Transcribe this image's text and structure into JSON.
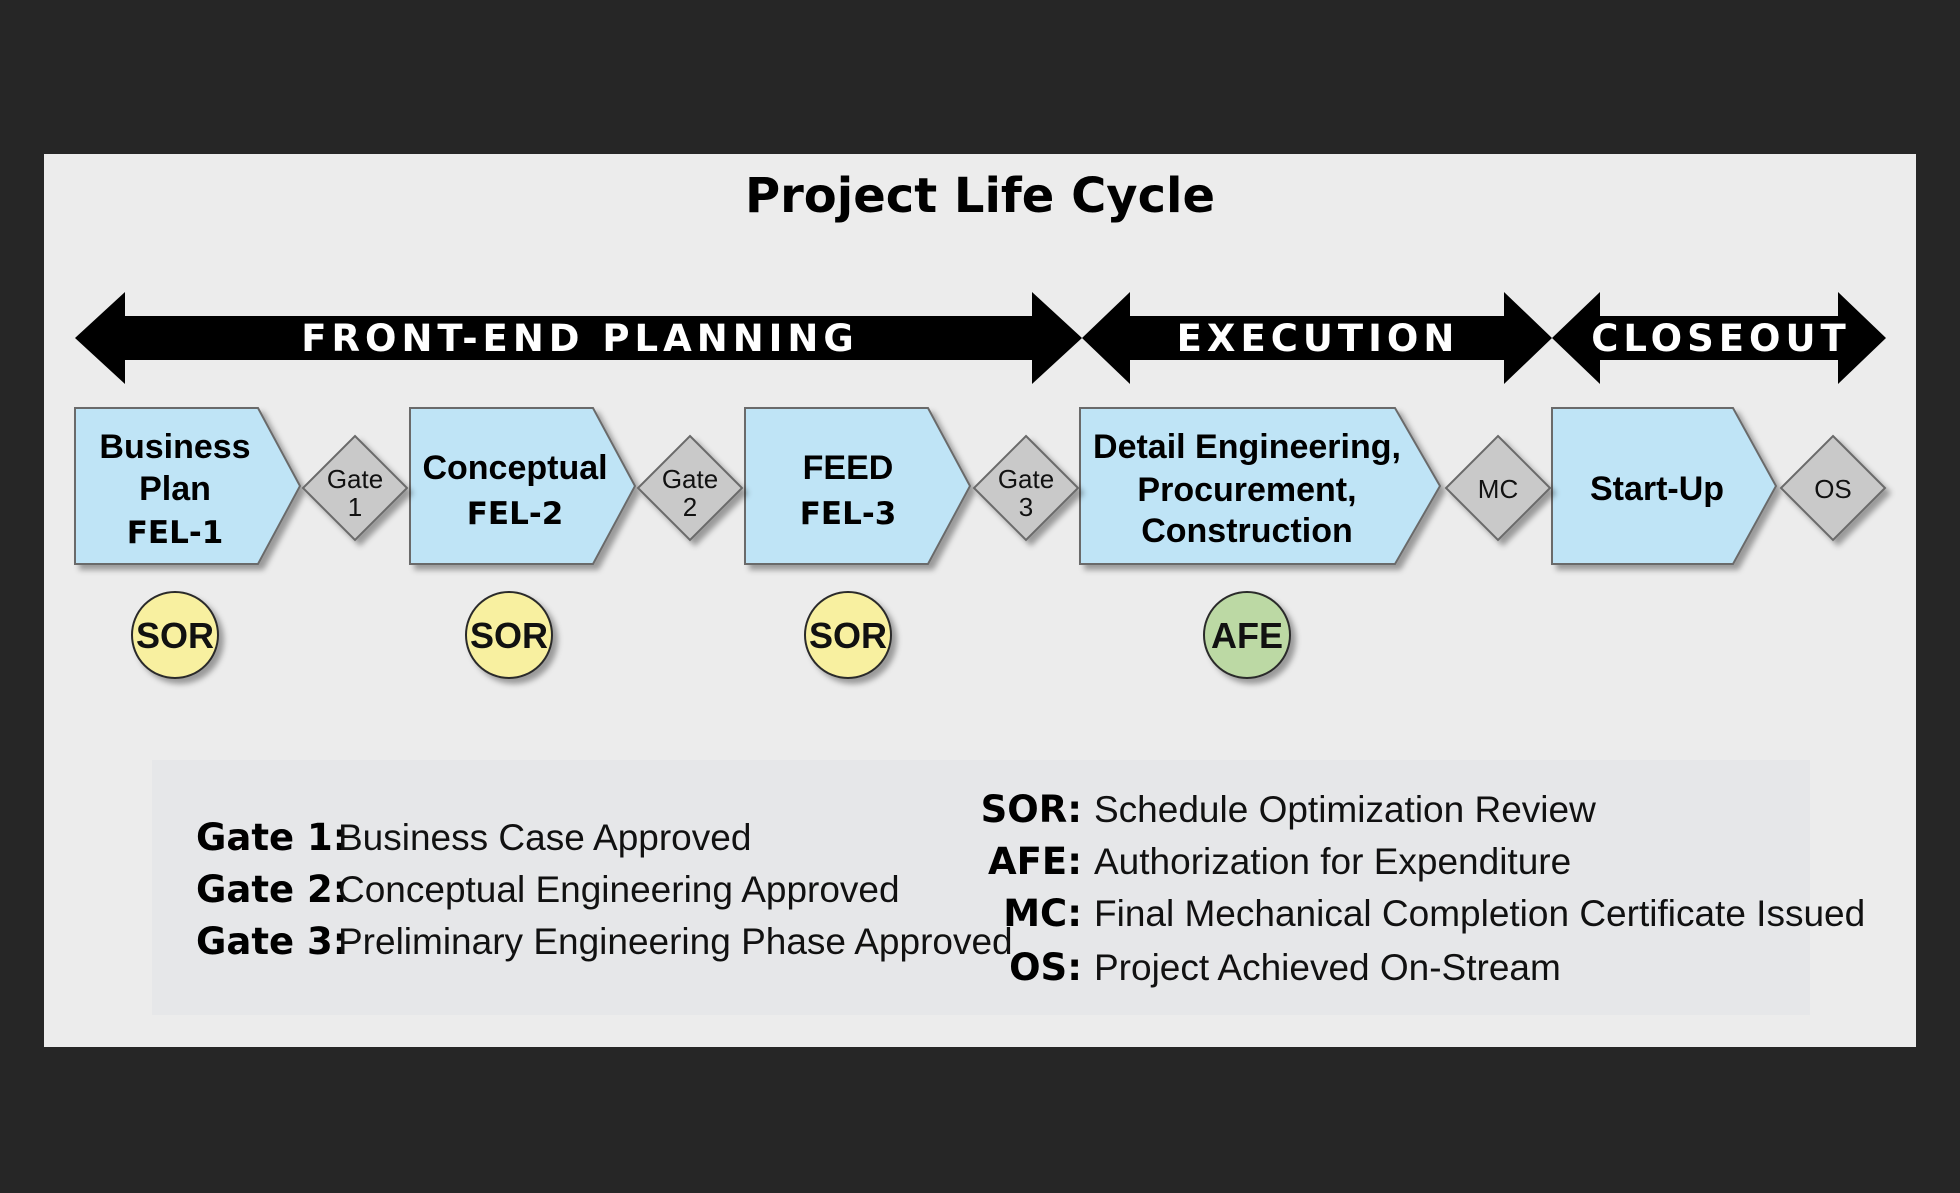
{
  "title": "Project Life Cycle",
  "banners": [
    {
      "label": "FRONT-END PLANNING"
    },
    {
      "label": "EXECUTION"
    },
    {
      "label": "CLOSEOUT"
    }
  ],
  "phases": [
    {
      "lines": [
        "Business",
        "Plan"
      ],
      "code": "FEL-1"
    },
    {
      "lines": [
        "Conceptual"
      ],
      "code": "FEL-2"
    },
    {
      "lines": [
        "FEED"
      ],
      "code": "FEL-3"
    },
    {
      "lines": [
        "Detail Engineering,",
        "Procurement,",
        "Construction"
      ],
      "code": ""
    },
    {
      "lines": [
        "Start-Up"
      ],
      "code": ""
    }
  ],
  "gates": [
    {
      "lines": [
        "Gate",
        "1"
      ]
    },
    {
      "lines": [
        "Gate",
        "2"
      ]
    },
    {
      "lines": [
        "Gate",
        "3"
      ]
    },
    {
      "lines": [
        "MC"
      ]
    },
    {
      "lines": [
        "OS"
      ]
    }
  ],
  "badges": [
    {
      "label": "SOR",
      "color": "#f8f0a0"
    },
    {
      "label": "SOR",
      "color": "#f8f0a0"
    },
    {
      "label": "SOR",
      "color": "#f8f0a0"
    },
    {
      "label": "AFE",
      "color": "#bcd9a4"
    }
  ],
  "legend_left": [
    {
      "key": "Gate 1:",
      "value": "Business Case Approved"
    },
    {
      "key": "Gate 2:",
      "value": "Conceptual Engineering Approved"
    },
    {
      "key": "Gate 3:",
      "value": "Preliminary Engineering Phase Approved"
    }
  ],
  "legend_right": [
    {
      "key": "SOR:",
      "value": "Schedule Optimization Review"
    },
    {
      "key": "AFE:",
      "value": "Authorization for Expenditure"
    },
    {
      "key": "MC:",
      "value": "Final Mechanical Completion Certificate Issued"
    },
    {
      "key": "OS:",
      "value": "Project Achieved On-Stream"
    }
  ],
  "colors": {
    "background": "#262626",
    "panel": "#ececec",
    "legend_panel": "#e6e7e9",
    "phase_fill": "#bfe4f6",
    "gate_fill": "#c9c9c9",
    "banner": "#000000"
  }
}
